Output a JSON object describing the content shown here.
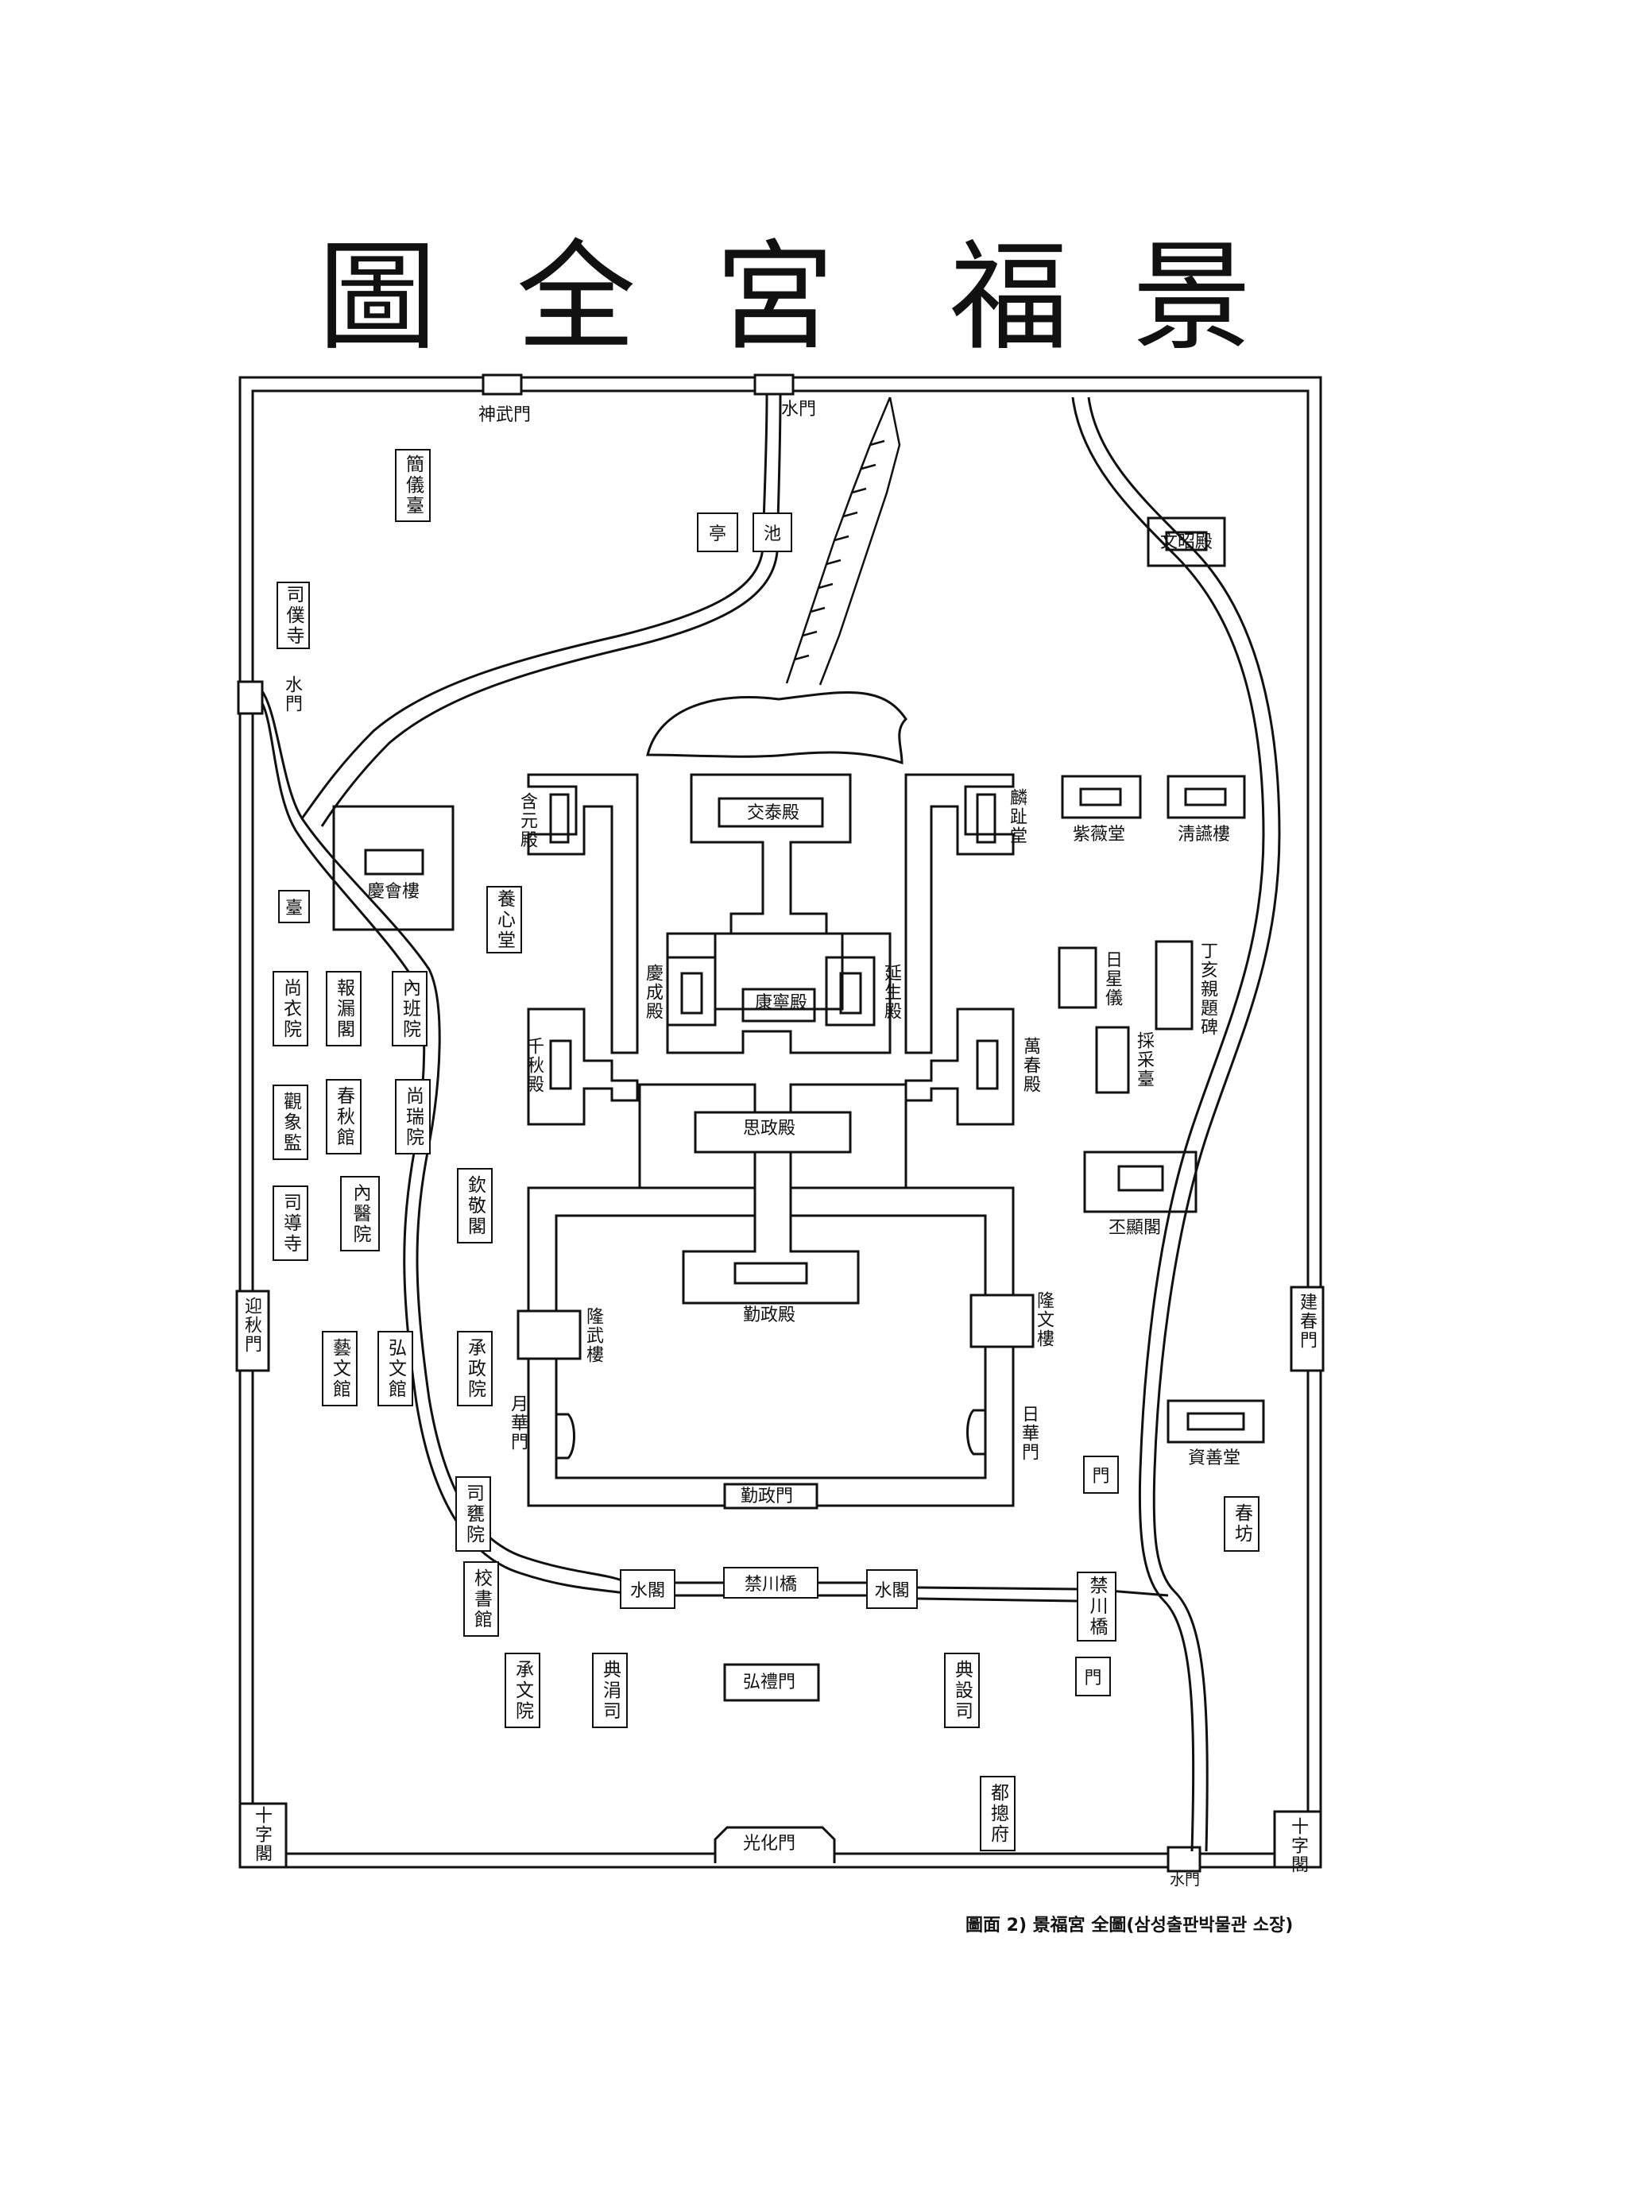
{
  "title": [
    "景",
    "福",
    "宮",
    "全",
    "圖"
  ],
  "caption": "圖面 2)  景福宮 全圖(삼성출판박물관 소장)",
  "labels": {
    "sinmumun": "神武門",
    "sumun_top": "水門",
    "sumun_left": "水門",
    "sumun_bottom": "水門",
    "jeong": "亭",
    "ji": "池",
    "ganuigwan": "簡儀臺",
    "sabokssi": "司僕寺",
    "munsojeon": "文昭殿",
    "gyotaejeon": "交泰殿",
    "hamwonjeon": "含元殿",
    "ringjidang": "麟趾堂",
    "jamidang": "紫薇堂",
    "cheongyeonnu": "淸讌樓",
    "gyeonghoeru": "慶會樓",
    "yangsimdang": "養心堂",
    "dae": "臺",
    "gyeongseongjeon": "慶成殿",
    "yeonsaengjeon": "延生殿",
    "gangnyeongjeon": "康寧殿",
    "ilseongui": "日星儀",
    "jeonghaebi": "丁亥親題碑",
    "chaecheondae": "採采臺",
    "sangeuiwon": "尚衣院",
    "boruga": "報漏閣",
    "naebanwon": "內班院",
    "cheonchujeon": "千秋殿",
    "manchunjeon": "萬春殿",
    "gwansanggam": "觀象監",
    "chunchugwan": "春秋館",
    "sangseowon": "尚瑞院",
    "sajeongjeon": "思政殿",
    "naeuiwon": "內醫院",
    "sadosi": "司導寺",
    "heumgyeonggak": "欽敬閣",
    "pyohyeongak": "丕顯閣",
    "geunjeongjeon": "勤政殿",
    "yeongchumun": "迎秋門",
    "geonchunmun": "建春門",
    "yungmuru": "隆武樓",
    "yungmunnu": "隆文樓",
    "yemungwan": "藝文館",
    "hongmungwan": "弘文館",
    "seungjeongwon": "承政院",
    "wolhwamun": "月華門",
    "ilhwamun": "日華門",
    "jaseondang": "資善堂",
    "mun_right1": "門",
    "geunjeongmun": "勤政門",
    "saongwon": "司甕院",
    "chunbang": "春坊",
    "sugak_left": "水閣",
    "geumcheongyo": "禁川橋",
    "sugak_right": "水閣",
    "geumcheongyo_v": "禁川橋",
    "gyoseogwan": "校書館",
    "seungmunwon": "承文院",
    "jeonyeonsa": "典涓司",
    "hongnyemun": "弘禮門",
    "jeonseolsa": "典設司",
    "mun_right2": "門",
    "dochongbu": "都摠府",
    "sipjagak_left": "十字閣",
    "gwanghwamun": "光化門",
    "sipjagak_right": "十字閣"
  }
}
